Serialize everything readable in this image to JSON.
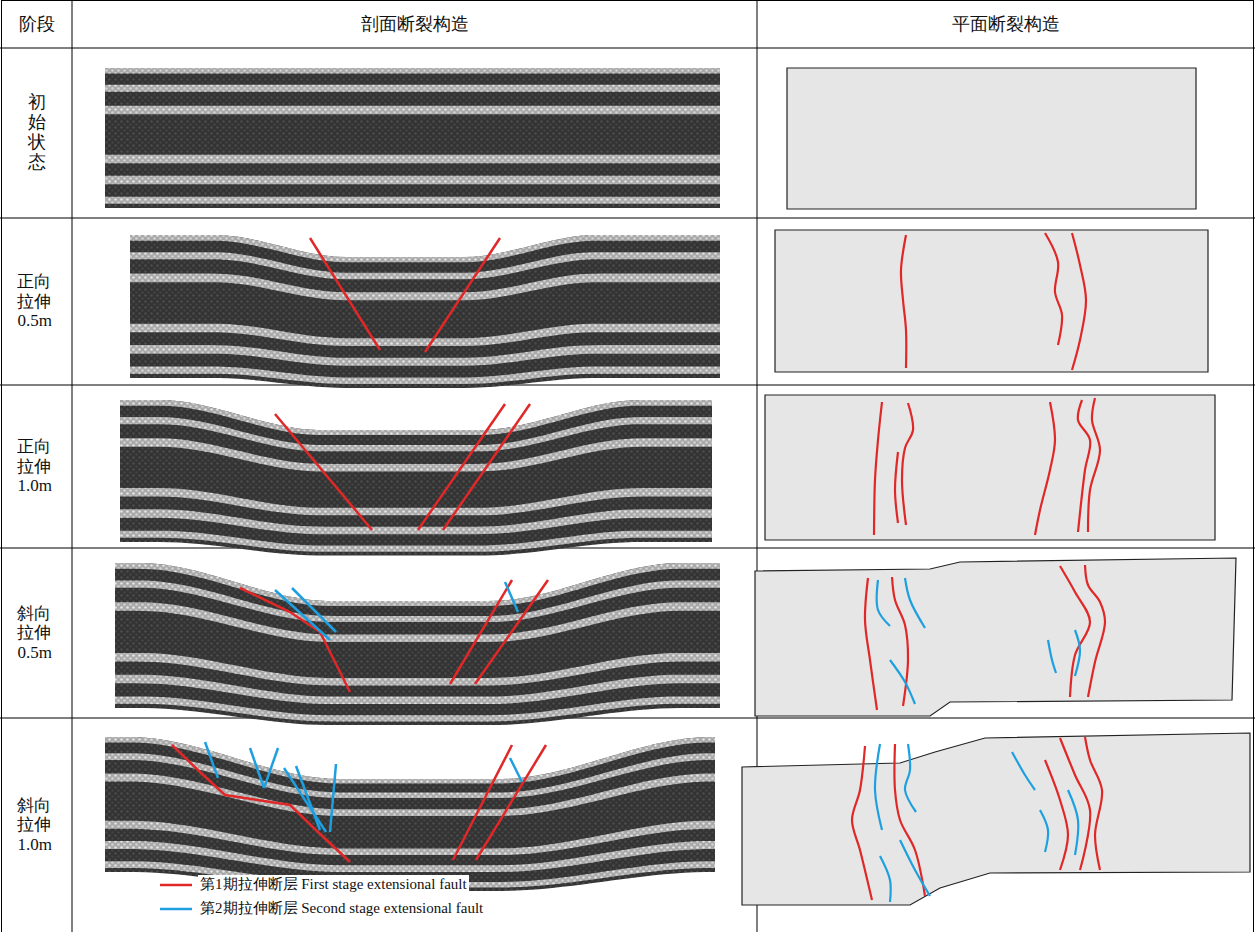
{
  "diagram": {
    "labels": [
      "阶段",
      "剖面断裂构造",
      "平面断裂构造",
      "初始状态",
      "正向 拉伸 0.5m",
      "正向 拉伸 1.0m",
      "斜向 拉伸 0.5m",
      "斜向 拉伸 1.0m"
    ],
    "legend": [
      {
        "text": "第1期拉伸断层 First stage extensional fault"
      },
      {
        "text": "第2期拉伸断层 Second stage extensional fault"
      }
    ]
  }
}
